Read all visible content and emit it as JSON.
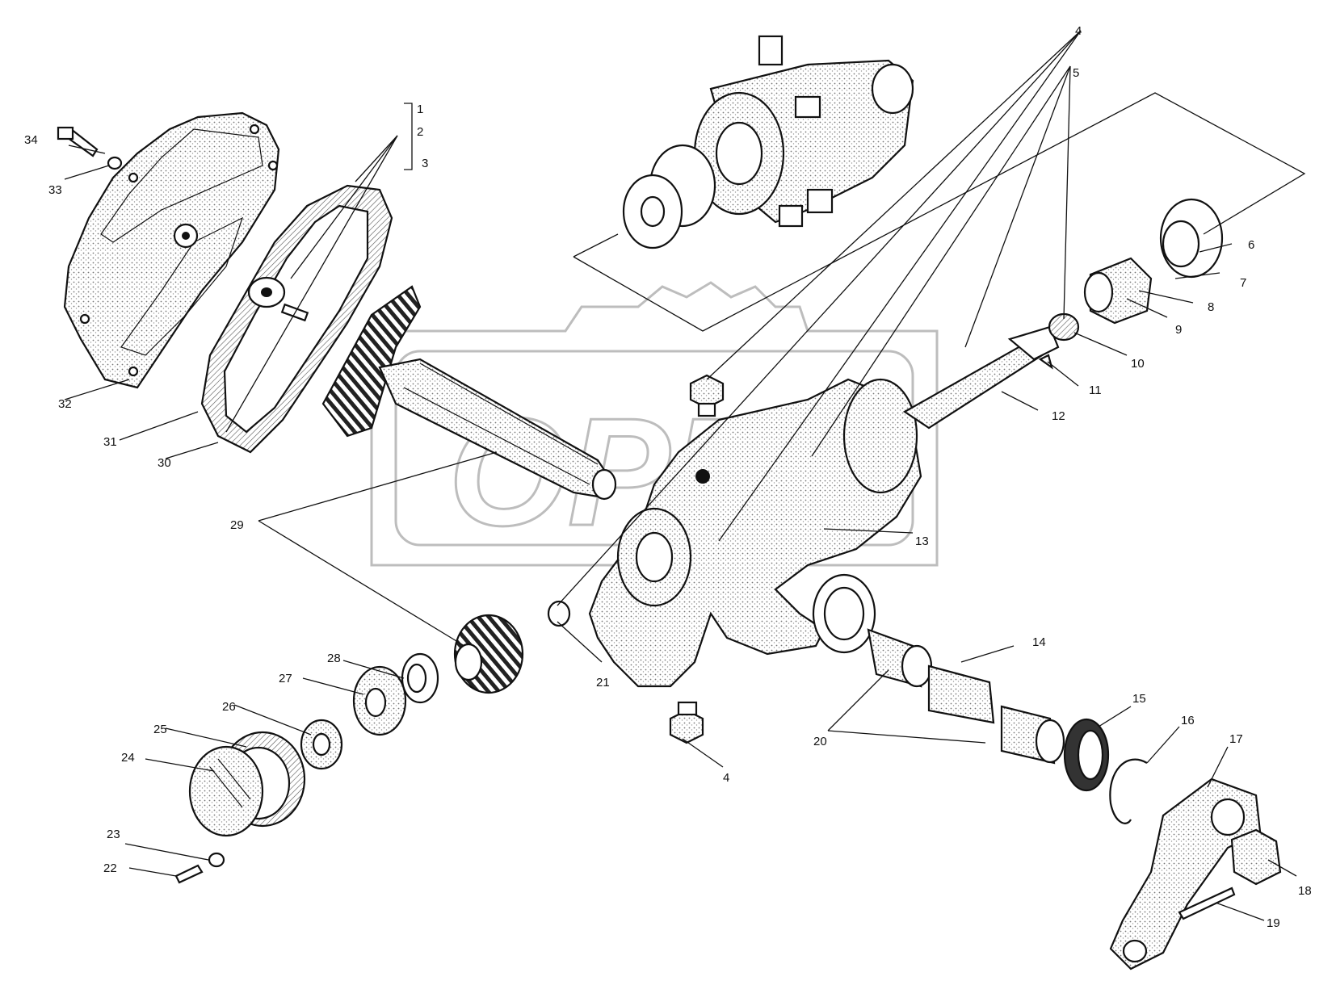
{
  "watermark": {
    "text": "OPEX"
  },
  "colors": {
    "ink": "#111111",
    "paper": "#ffffff",
    "watermark": "#bdbdbd",
    "texture": "#8a8a8a"
  },
  "callouts": [
    {
      "id": "1",
      "text": "1"
    },
    {
      "id": "2",
      "text": "2"
    },
    {
      "id": "3",
      "text": "3"
    },
    {
      "id": "4",
      "text": "4"
    },
    {
      "id": "5",
      "text": "5"
    },
    {
      "id": "6",
      "text": "6"
    },
    {
      "id": "7",
      "text": "7"
    },
    {
      "id": "8",
      "text": "8"
    },
    {
      "id": "9",
      "text": "9"
    },
    {
      "id": "10",
      "text": "10"
    },
    {
      "id": "11",
      "text": "11"
    },
    {
      "id": "12",
      "text": "12"
    },
    {
      "id": "13",
      "text": "13"
    },
    {
      "id": "14",
      "text": "14"
    },
    {
      "id": "15",
      "text": "15"
    },
    {
      "id": "16",
      "text": "16"
    },
    {
      "id": "17",
      "text": "17"
    },
    {
      "id": "18",
      "text": "18"
    },
    {
      "id": "19",
      "text": "19"
    },
    {
      "id": "20",
      "text": "20"
    },
    {
      "id": "21",
      "text": "21"
    },
    {
      "id": "22",
      "text": "22"
    },
    {
      "id": "23",
      "text": "23"
    },
    {
      "id": "24",
      "text": "24"
    },
    {
      "id": "25",
      "text": "25"
    },
    {
      "id": "26",
      "text": "26"
    },
    {
      "id": "27",
      "text": "27"
    },
    {
      "id": "28",
      "text": "28"
    },
    {
      "id": "29",
      "text": "29"
    },
    {
      "id": "30",
      "text": "30"
    },
    {
      "id": "31",
      "text": "31"
    },
    {
      "id": "32",
      "text": "32"
    },
    {
      "id": "33",
      "text": "33"
    },
    {
      "id": "34",
      "text": "34"
    },
    {
      "id": "4b",
      "text": "4"
    }
  ]
}
